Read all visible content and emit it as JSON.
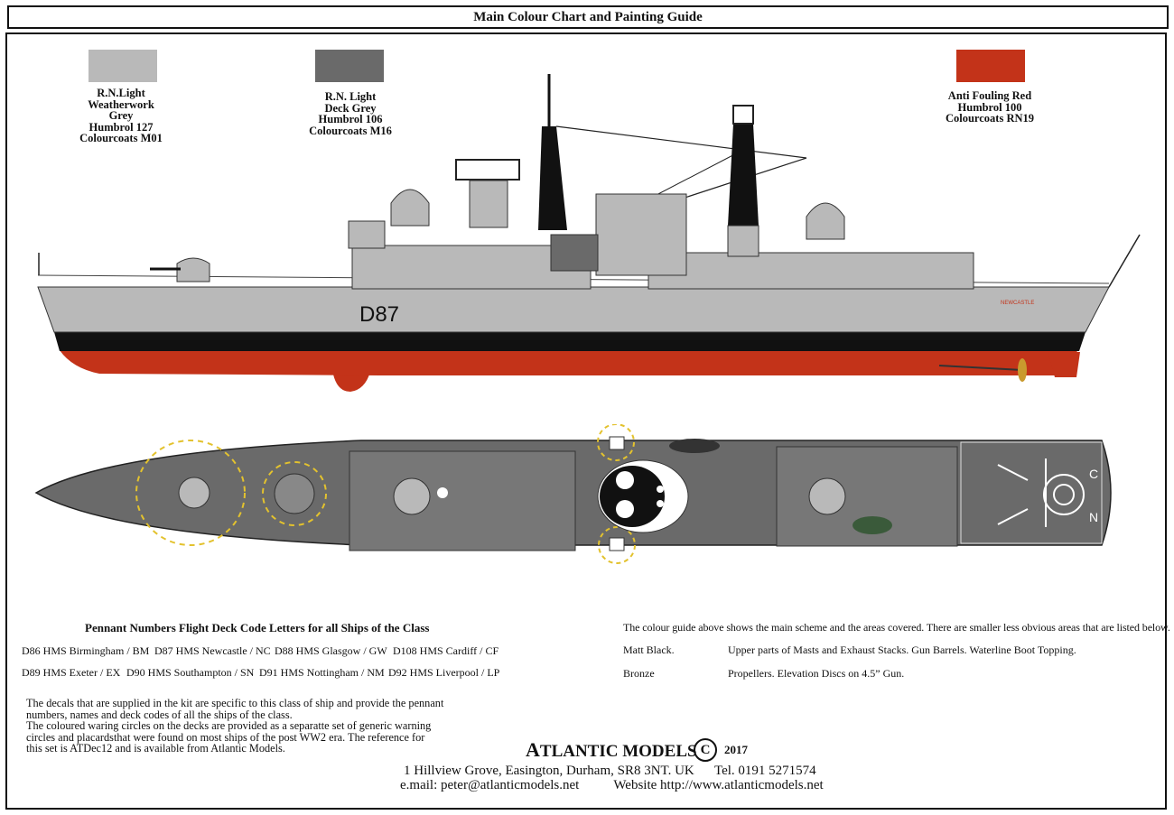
{
  "header": {
    "title": "Main Colour Chart and Painting Guide"
  },
  "colours": {
    "weatherwork": {
      "hex": "#b9b9b9",
      "lines": [
        "R.N.Light",
        "Weatherwork",
        "Grey",
        "Humbrol 127",
        "Colourcoats M01"
      ]
    },
    "deck_grey": {
      "hex": "#6a6a6a",
      "lines": [
        "R.N. Light",
        "Deck Grey",
        "Humbrol 106",
        "Colourcoats M16"
      ]
    },
    "anti_fouling": {
      "hex": "#c33319",
      "lines": [
        "Anti Fouling Red",
        "Humbrol 100",
        "Colourcoats RN19"
      ]
    },
    "boot_topping": "#111111",
    "bronze": "#c99a2e"
  },
  "ship": {
    "pennant": "D87",
    "name_marking": "NEWCASTLE",
    "deck_code_letters": [
      "N",
      "C"
    ]
  },
  "pennant_section": {
    "title": "Pennant Numbers Flight Deck Code Letters for all Ships of the Class",
    "row1": [
      "D86 HMS Birmingham / BM",
      "D87 HMS Newcastle / NC",
      "D88 HMS Glasgow / GW",
      "D108 HMS Cardiff / CF"
    ],
    "row2": [
      "D89 HMS Exeter / EX",
      "D90 HMS Southampton / SN",
      "D91 HMS Nottingham / NM",
      "D92 HMS Liverpool / LP"
    ]
  },
  "notes": {
    "intro": "The colour guide above shows the main scheme and the areas covered. There are smaller less obvious areas that are listed below.",
    "items": [
      {
        "label": "Matt Black.",
        "text": "Upper parts of Masts and Exhaust Stacks.  Gun Barrels.  Waterline Boot Topping."
      },
      {
        "label": "Bronze",
        "text": "Propellers.  Elevation Discs on 4.5” Gun."
      }
    ]
  },
  "decal_info": {
    "lines": [
      "The decals that are supplied in the kit are specific to this class of ship and provide the pennant",
      "numbers, names and deck codes of all the ships of the class.",
      "The coloured waring circles on the decks are provided as a separatte set of generic warning",
      "circles and placardsthat were found on most ships of the post WW2 era. The reference for",
      "this set is ATDec12 and is available from Atlantic Models."
    ]
  },
  "footer": {
    "company_initial": "A",
    "company_rest": "TLANTIC MODELS",
    "copyright_symbol": "C",
    "year": "2017",
    "address": "1 Hillview Grove, Easington, Durham, SR8 3NT. UK      Tel. 0191 5271574",
    "email": "e.mail: peter@atlanticmodels.net",
    "website": "Website http://www.atlanticmodels.net"
  }
}
